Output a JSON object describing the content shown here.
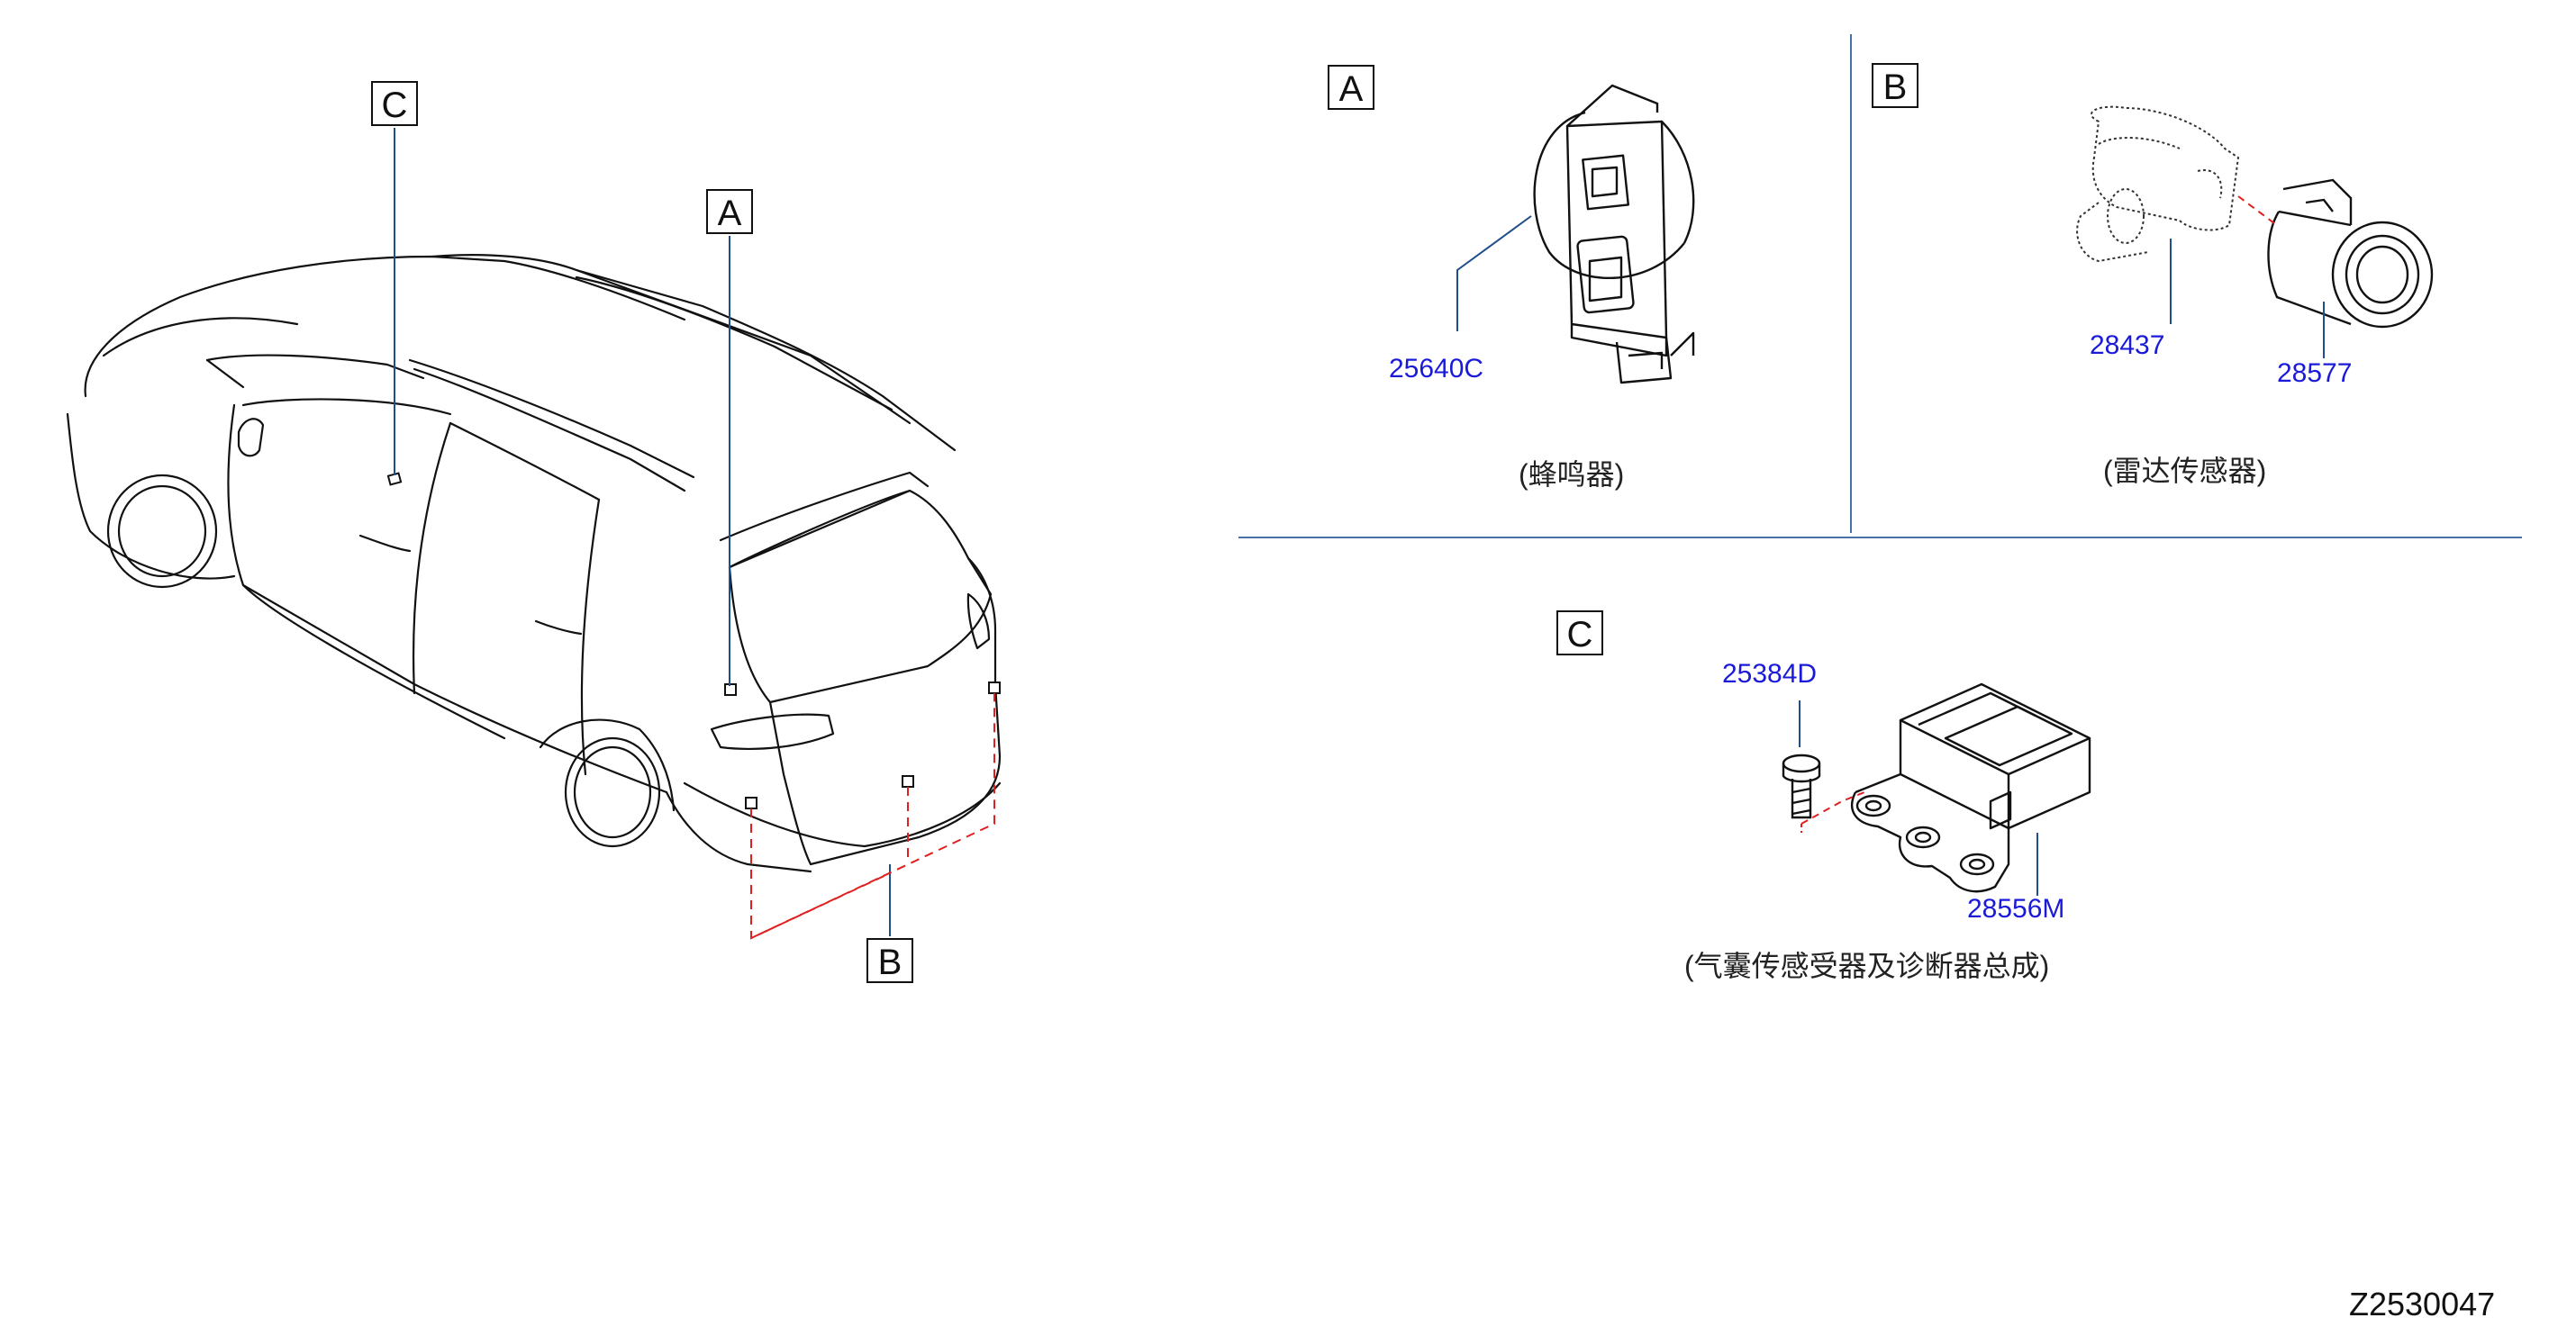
{
  "labels": {
    "car_c": "C",
    "car_a": "A",
    "car_b": "B",
    "panel_a": "A",
    "panel_b": "B",
    "panel_c": "C"
  },
  "parts": {
    "buzzer": "25640C",
    "sensor": "28437",
    "bezel": "28577",
    "bolt": "25384D",
    "airbag_unit": "28556M"
  },
  "captions": {
    "panel_a": "(蜂鸣器)",
    "panel_b": "(雷达传感器)",
    "panel_c": "(气囊传感受器及诊断器总成)"
  },
  "diagram_code": "Z2530047",
  "colors": {
    "line": "#111111",
    "leader": "#1f4e8c",
    "part_number": "#1a1ad8",
    "dashed": "#e02020",
    "divider": "#4a6ea8"
  }
}
